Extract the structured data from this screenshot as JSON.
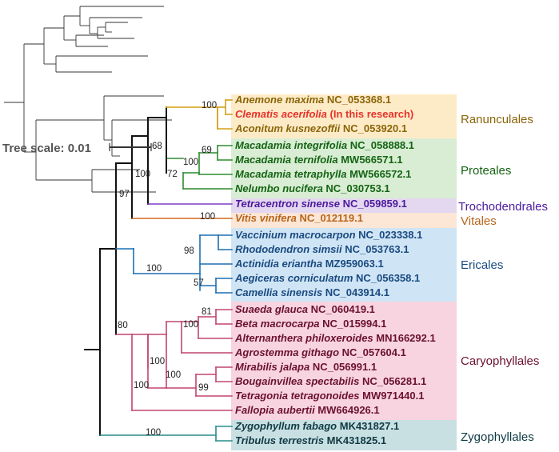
{
  "tree_scale_label": "Tree scale: 0.01",
  "colors": {
    "ranunculales_band": "#FDEBC8",
    "ranunculales_branch": "#D4A017",
    "ranunculales_text": "#8B6508",
    "proteales_band": "#D8EDD3",
    "proteales_branch": "#2E8B2E",
    "proteales_text": "#146414",
    "trochodendrales_band": "#E4D7F0",
    "trochodendrales_branch": "#7B3FC4",
    "trochodendrales_text": "#4B1A9C",
    "vitales_band": "#FCE6D6",
    "vitales_branch": "#D2691E",
    "vitales_text": "#B8651B",
    "ericales_band": "#CFE5F5",
    "ericales_branch": "#1E6FB0",
    "ericales_text": "#1A4A80",
    "caryophyllales_band": "#F7D4E0",
    "caryophyllales_branch": "#C2456E",
    "caryophyllales_text": "#6B1030",
    "zygophyllales_band": "#C9E0E3",
    "zygophyllales_branch": "#2A8C8C",
    "zygophyllales_text": "#0F3A44",
    "highlight_text": "#E8322A"
  },
  "orders": [
    {
      "name": "Ranunculales"
    },
    {
      "name": "Proteales"
    },
    {
      "name": "Trochodendrales"
    },
    {
      "name": "Vitales"
    },
    {
      "name": "Ericales"
    },
    {
      "name": "Caryophyllales"
    },
    {
      "name": "Zygophyllales"
    }
  ],
  "taxa": [
    {
      "species": "Anemone maxima",
      "accession": "NC_053368.1"
    },
    {
      "species": "Clematis acerifolia",
      "accession": "(In this research)"
    },
    {
      "species": "Aconitum kusnezoffii",
      "accession": "NC_053920.1"
    },
    {
      "species": "Macadamia integrifolia",
      "accession": "NC_058888.1"
    },
    {
      "species": "Macadamia ternifolia",
      "accession": "MW566571.1"
    },
    {
      "species": "Macadamia tetraphylla",
      "accession": "MW566572.1"
    },
    {
      "species": "Nelumbo nucifera",
      "accession": "NC_030753.1"
    },
    {
      "species": "Tetracentron sinense",
      "accession": "NC_059859.1"
    },
    {
      "species": "Vitis vinifera",
      "accession": "NC_012119.1"
    },
    {
      "species": "Vaccinium macrocarpon",
      "accession": "NC_023338.1"
    },
    {
      "species": "Rhododendron simsii",
      "accession": "NC_053763.1"
    },
    {
      "species": "Actinidia eriantha",
      "accession": "MZ959063.1"
    },
    {
      "species": "Aegiceras corniculatum",
      "accession": "NC_056358.1"
    },
    {
      "species": "Camellia sinensis",
      "accession": "NC_043914.1"
    },
    {
      "species": "Suaeda glauca",
      "accession": "NC_060419.1"
    },
    {
      "species": "Beta macrocarpa",
      "accession": "NC_015994.1"
    },
    {
      "species": "Alternanthera philoxeroides",
      "accession": "MN166292.1"
    },
    {
      "species": "Agrostemma githago",
      "accession": "NC_057604.1"
    },
    {
      "species": "Mirabilis jalapa",
      "accession": "NC_056991.1"
    },
    {
      "species": "Bougainvillea spectabilis",
      "accession": "NC_056281.1"
    },
    {
      "species": "Tetragonia tetragonoides",
      "accession": "MW971440.1"
    },
    {
      "species": "Fallopia aubertii",
      "accession": "MW664926.1"
    },
    {
      "species": "Zygophyllum fabago",
      "accession": "MK431827.1"
    },
    {
      "species": "Tribulus terrestris",
      "accession": "MK431825.1"
    }
  ],
  "bootstrap": [
    "100",
    "68",
    "69",
    "100",
    "72",
    "100",
    "97",
    "100",
    "98",
    "100",
    "57",
    "100",
    "81",
    "100",
    "100",
    "99",
    "100",
    "80",
    "100"
  ]
}
